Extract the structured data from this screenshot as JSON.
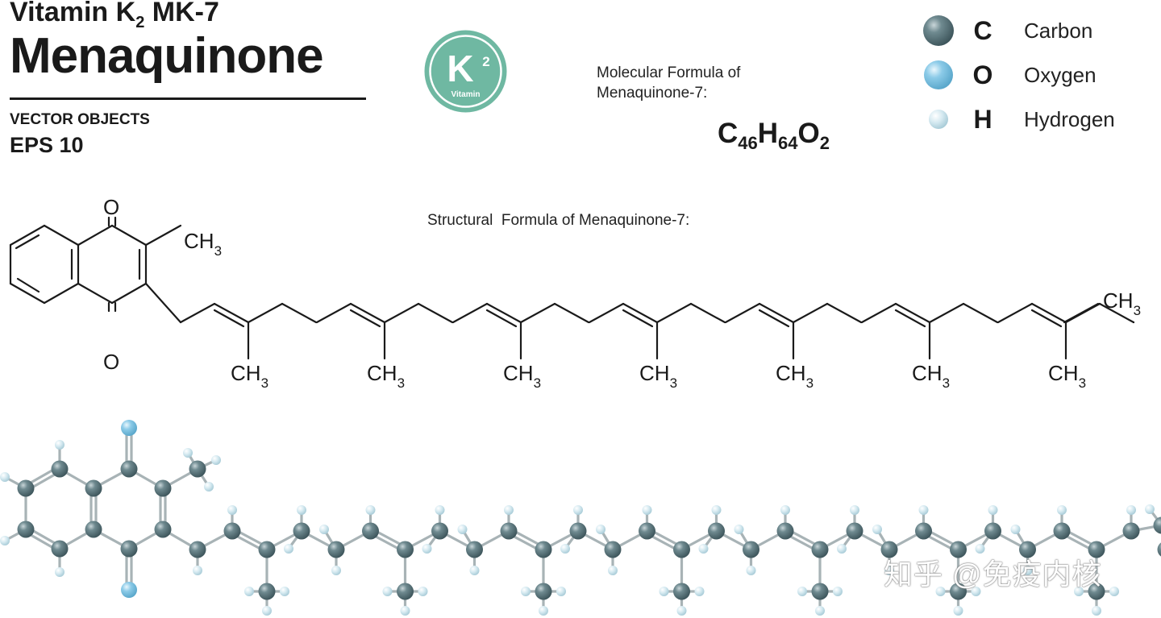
{
  "title": {
    "line1_prefix": "Vitamin K",
    "line1_sub": "2",
    "line1_suffix": " MK-7",
    "line2": "Menaquinone"
  },
  "subtitle": {
    "line1": "VECTOR OBJECTS",
    "line2": "EPS 10"
  },
  "badge": {
    "letter": "K",
    "number": "2",
    "caption": "Vitamin",
    "color": "#6fb8a2"
  },
  "molecular_formula": {
    "label_line1": "Molecular Formula of",
    "label_line2": "Menaquinone-7:",
    "parts": [
      {
        "el": "C",
        "n": "46"
      },
      {
        "el": "H",
        "n": "64"
      },
      {
        "el": "O",
        "n": "2"
      }
    ]
  },
  "legend": [
    {
      "symbol": "C",
      "name": "Carbon",
      "color": "#5f7c82",
      "icon": "carbon-atom-icon"
    },
    {
      "symbol": "O",
      "name": "Oxygen",
      "color": "#8ccbe8",
      "icon": "oxygen-atom-icon"
    },
    {
      "symbol": "H",
      "name": "Hydrogen",
      "color": "#cfe6ee",
      "icon": "hydrogen-atom-icon"
    }
  ],
  "structural_label": "Structural  Formula of Menaquinone-7:",
  "structure": {
    "oxygen_label": "O",
    "methyl_label": "CH",
    "methyl_sub": "3",
    "isoprene_units": 7
  },
  "watermark": "知乎 @免疫内核"
}
